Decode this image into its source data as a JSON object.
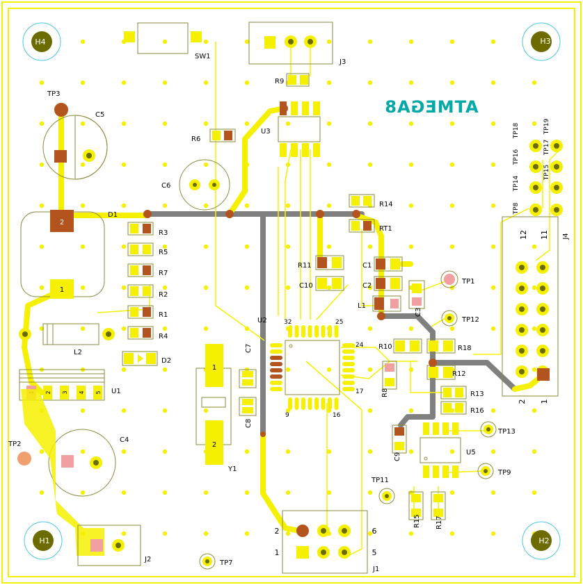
{
  "colors": {
    "background": "#ffffff",
    "outline": "#f2f200",
    "copper_top": "#f5f000",
    "copper_gnd": "#808080",
    "pad_red": "#b3541e",
    "pad_pink": "#f0a0a0",
    "silk": "#8a8a3a",
    "label": "#000000",
    "atmega_text": "#00a8a8",
    "mount_hole": "#6b6b00",
    "mount_ring": "#4cc7e0"
  },
  "board_label": "ATMEGA8",
  "mount_holes": [
    "H4",
    "H3",
    "H1",
    "H2"
  ],
  "test_points": [
    "TP3",
    "TP2",
    "TP7",
    "TP1",
    "TP12",
    "TP13",
    "TP9",
    "TP11",
    "TP8",
    "TP14",
    "TP16",
    "TP18",
    "TP15",
    "TP17",
    "TP19"
  ],
  "components": {
    "sw1": "SW1",
    "j3": "J3",
    "r9": "R9",
    "r6": "R6",
    "u3": "U3",
    "c5": "C5",
    "c6": "C6",
    "d1": "D1",
    "r3": "R3",
    "r5": "R5",
    "r7": "R7",
    "r2": "R2",
    "r1": "R1",
    "r4": "R4",
    "l2": "L2",
    "d2": "D2",
    "u1": "U1",
    "c4": "C4",
    "j2": "J2",
    "c7": "C7",
    "c8": "C8",
    "y1": "Y1",
    "u2": "U2",
    "r14": "R14",
    "rt1": "RT1",
    "r11": "R11",
    "c10": "C10",
    "c1": "C1",
    "c2": "C2",
    "l1": "L1",
    "c3": "C3",
    "r10": "R10",
    "r18": "R18",
    "r12": "R12",
    "r13": "R13",
    "r16": "R16",
    "r8": "R8",
    "c9": "C9",
    "u5": "U5",
    "r15": "R15",
    "r17": "R17",
    "j1": "J1",
    "j4": "J4"
  },
  "pin_numbers": {
    "d1_pin2": "2",
    "d1_pin1": "1",
    "u1_pins": [
      "1",
      "2",
      "3",
      "4",
      "5"
    ],
    "u2_pins": [
      "32",
      "25",
      "24",
      "17",
      "9",
      "16"
    ],
    "y1_pins": [
      "1",
      "2"
    ],
    "j1_pins": [
      "2",
      "6",
      "1",
      "5"
    ],
    "j4_pins": [
      "12",
      "11",
      "2",
      "1"
    ]
  }
}
